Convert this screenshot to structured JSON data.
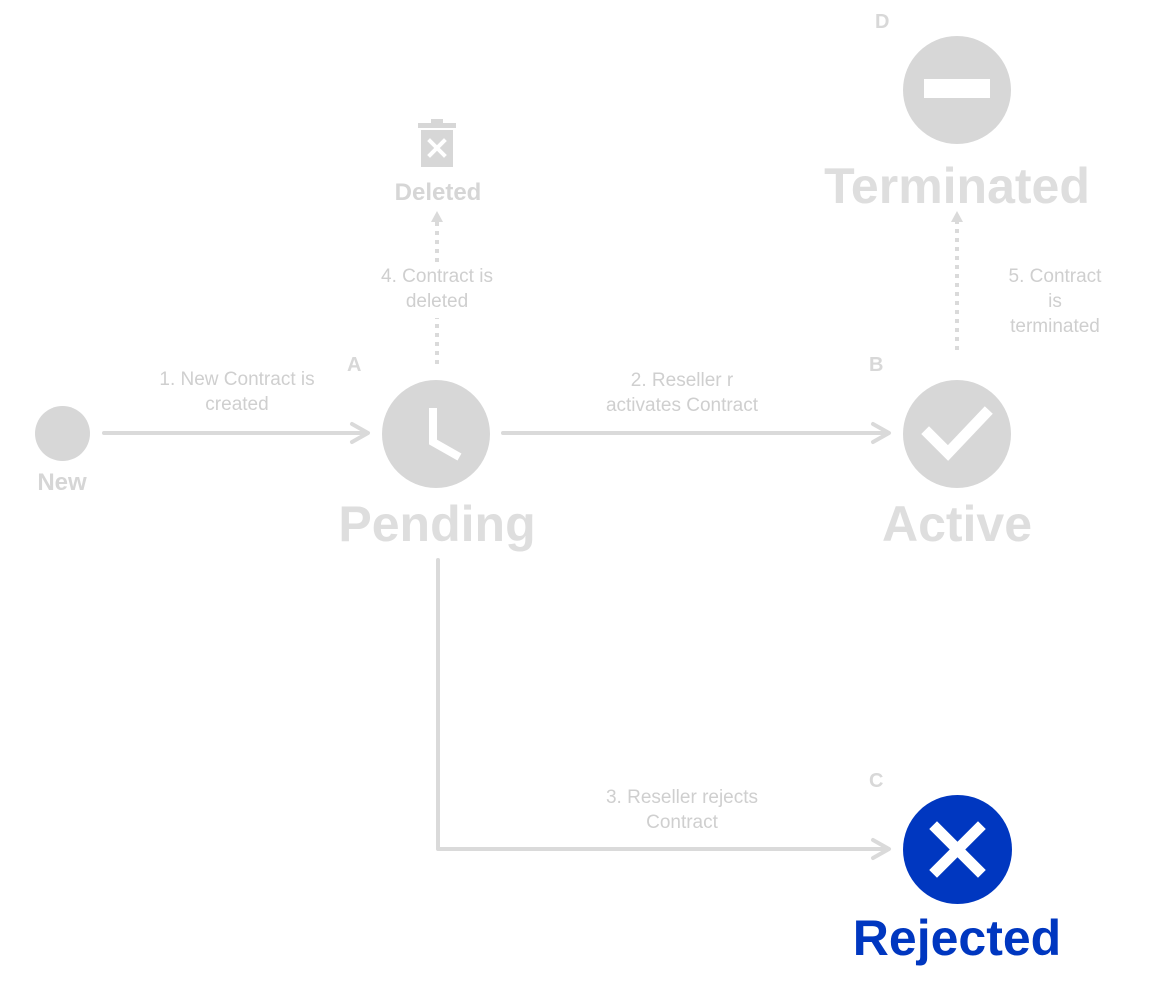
{
  "states": {
    "new": {
      "label": "New"
    },
    "pending": {
      "label": "Pending",
      "letter": "A"
    },
    "active": {
      "label": "Active",
      "letter": "B"
    },
    "rejected": {
      "label": "Rejected",
      "letter": "C"
    },
    "terminated": {
      "label": "Terminated",
      "letter": "D"
    },
    "deleted": {
      "label": "Deleted"
    }
  },
  "transitions": {
    "t1": "1. New Contract is\ncreated",
    "t2": "2. Reseller r\nactivates Contract",
    "t3": "3. Reseller rejects\nContract",
    "t4": "4. Contract is\ndeleted",
    "t5": "5. Contract is\nterminated"
  },
  "colors": {
    "inactive": "#d7d7d7",
    "highlight": "#0037c0",
    "background": "#ffffff"
  },
  "icons": {
    "pending": "clock-icon",
    "active": "check-icon",
    "rejected": "x-icon",
    "terminated": "minus-icon",
    "deleted": "trash-icon"
  }
}
